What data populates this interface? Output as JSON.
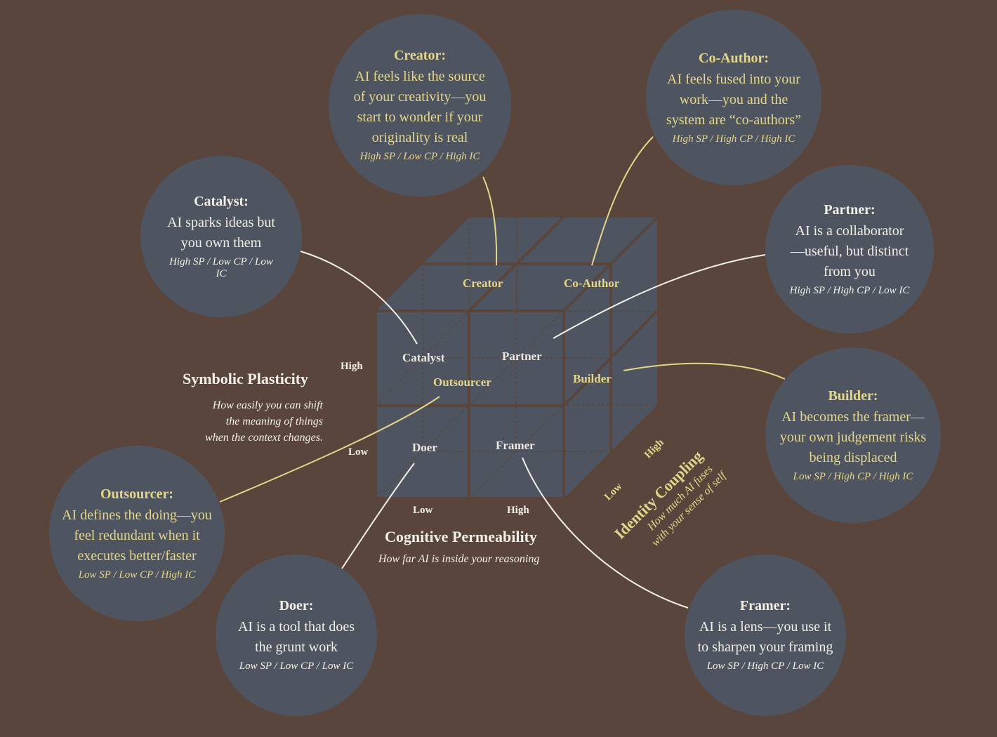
{
  "colors": {
    "background": "#5a453c",
    "circle": "#4f5560",
    "accent": "#e3d68a",
    "white": "#f2efe8"
  },
  "cube_labels": {
    "creator": "Creator",
    "co_author": "Co-Author",
    "catalyst": "Catalyst",
    "partner": "Partner",
    "outsourcer": "Outsourcer",
    "builder": "Builder",
    "doer": "Doer",
    "framer": "Framer"
  },
  "axes": {
    "sp": {
      "title": "Symbolic Plasticity",
      "sub1": "How easily you can shift",
      "sub2": "the meaning of things",
      "sub3": "when the context changes.",
      "high": "High",
      "low": "Low"
    },
    "cp": {
      "title": "Cognitive Permeability",
      "sub": "How far AI is inside your reasoning",
      "low": "Low",
      "high": "High"
    },
    "ic": {
      "title": "Identity Coupling",
      "sub1": "How much AI fuses",
      "sub2": "with your sense of self",
      "low": "Low",
      "high": "High"
    }
  },
  "archetypes": {
    "creator": {
      "title": "Creator:",
      "desc": "AI feels like the source of your creativity—you start to wonder if your originality is real",
      "code": "High SP / Low CP / High IC"
    },
    "co_author": {
      "title": "Co-Author:",
      "desc": "AI feels fused into your work—you and the system are “co-authors”",
      "code": "High SP / High CP / High IC"
    },
    "catalyst": {
      "title": "Catalyst:",
      "desc": "AI sparks ideas but you own them",
      "code": "High SP / Low CP / Low IC"
    },
    "partner": {
      "title": "Partner:",
      "desc": "AI is a collaborator—useful, but distinct from you",
      "code": "High SP / High CP / Low IC"
    },
    "builder": {
      "title": "Builder:",
      "desc": "AI becomes the framer—your own judgement risks being displaced",
      "code": "Low SP / High CP / High IC"
    },
    "outsourcer": {
      "title": "Outsourcer:",
      "desc": "AI defines the doing—you feel redundant when it executes better/faster",
      "code": "Low SP / Low CP / High IC"
    },
    "doer": {
      "title": "Doer:",
      "desc": "AI is a tool that does the grunt work",
      "code": "Low SP / Low CP / Low IC"
    },
    "framer": {
      "title": "Framer:",
      "desc": "AI is a lens—you use it to sharpen your framing",
      "code": "Low SP / High CP / Low IC"
    }
  }
}
